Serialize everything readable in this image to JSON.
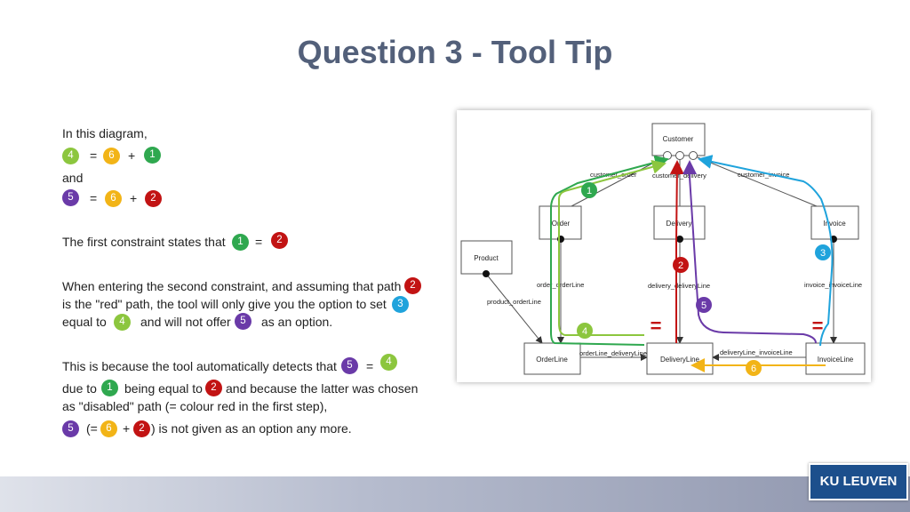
{
  "title": "Question 3 - Tool Tip",
  "badges": {
    "g1": "1",
    "r2": "2",
    "b3": "3",
    "lg4": "4",
    "p5": "5",
    "y6": "6"
  },
  "text": {
    "intro": "In this diagram,",
    "eq": "=",
    "plus": "+",
    "and": "and",
    "first_constraint": "The first constraint states that",
    "second_line1": "When entering the second constraint, and assuming that path",
    "second_line2": "is the \"red\" path, the tool will only give you the option to set",
    "second_line3a": "equal to",
    "second_line3b": "and will not offer",
    "second_line3c": "as an option.",
    "because_line1": "This is because the tool automatically detects that",
    "because_line2a": "due to",
    "because_line2b": "being equal to",
    "because_line2c": "and because the latter was chosen",
    "because_line3": "as \"disabled\" path (= colour red in the first step),",
    "because_line4a": "(=",
    "because_line4b": ") is not given as an option any more."
  },
  "diagram": {
    "nodes": {
      "customer": "Customer",
      "order": "Order",
      "delivery": "Delivery",
      "invoice": "Invoice",
      "product": "Product",
      "orderline": "OrderLine",
      "deliveryline": "DeliveryLine",
      "invoiceline": "InvoiceLine"
    },
    "edges": {
      "customer_order": "customer_order",
      "customer_delivery": "customer_delivery",
      "customer_invoice": "customer_invoice",
      "order_orderline": "order_orderLine",
      "delivery_deliveryline": "delivery_deliveryLine",
      "invoice_invoiceline": "invoice_invoiceLine",
      "product_orderline": "product_orderLine",
      "orderline_deliveryline": "orderLine_deliveryLine",
      "deliveryline_invoiceline": "deliveryLine_invoiceLine"
    },
    "equals": "=",
    "colors": {
      "green": "#2fa84f",
      "lightgreen": "#8cc63e",
      "red": "#c21313",
      "blue": "#1fa3dc",
      "purple": "#6a3aa8",
      "yellow": "#f2b417"
    }
  },
  "logo": "KU LEUVEN"
}
